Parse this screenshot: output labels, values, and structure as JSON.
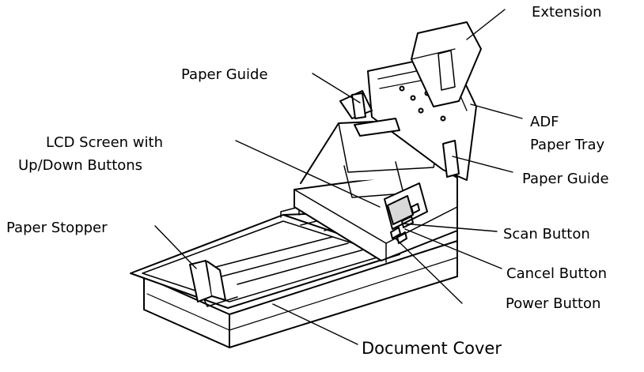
{
  "colors": {
    "line": "#000000",
    "body": "#ffffff",
    "shade": "#d9d9d9"
  },
  "labels": {
    "extension": "Extension",
    "paper_guide_top": "Paper Guide",
    "adf_line1": "ADF",
    "adf_line2": "Paper Tray",
    "lcd_line1": "LCD Screen with",
    "lcd_line2": "Up/Down Buttons",
    "paper_guide_right": "Paper Guide",
    "paper_stopper": "Paper Stopper",
    "scan_button": "Scan Button",
    "cancel_button": "Cancel Button",
    "power_button": "Power Button",
    "document_cover": "Document Cover"
  }
}
